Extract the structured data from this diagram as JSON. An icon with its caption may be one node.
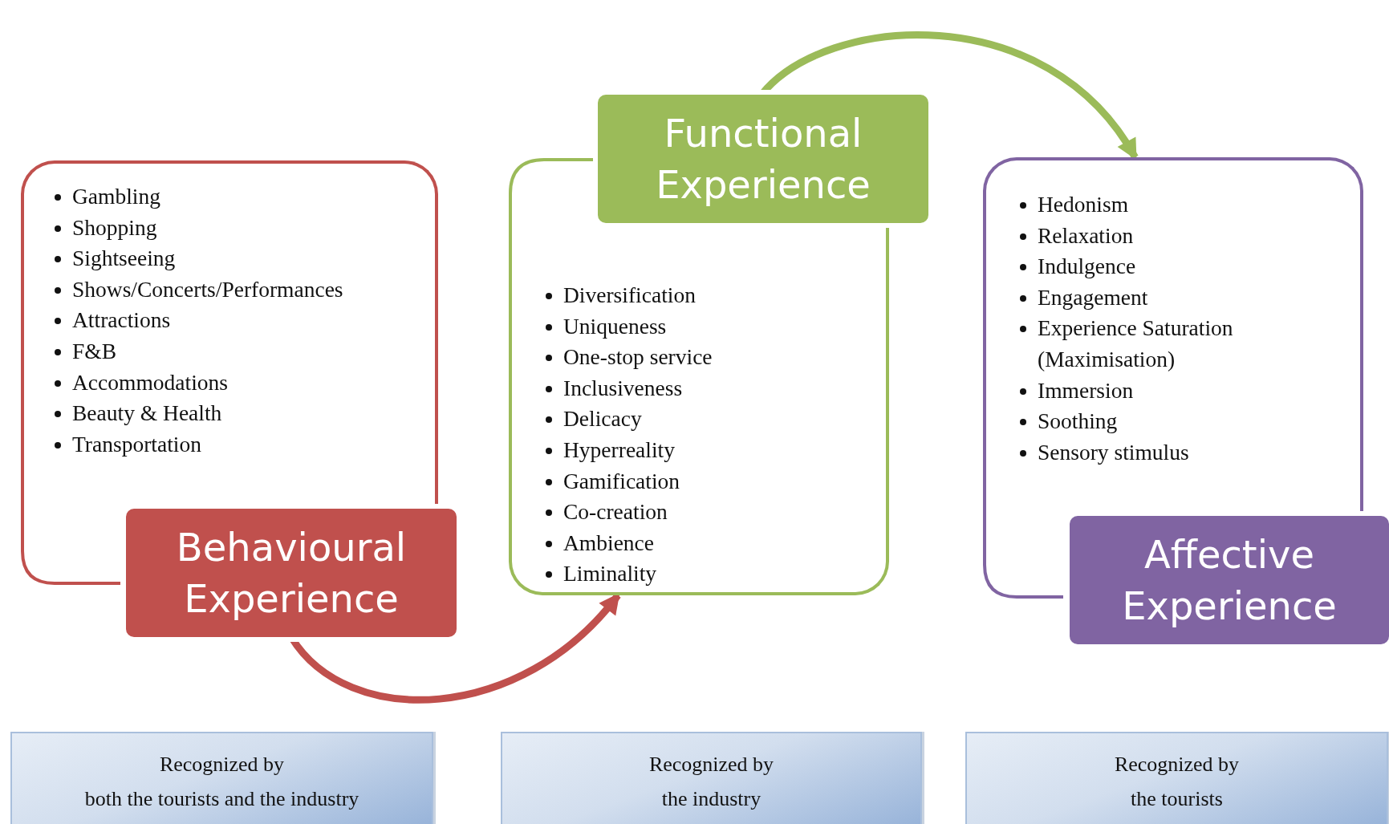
{
  "diagram": {
    "nodes": [
      {
        "text": [
          "Gambling",
          "Shopping",
          "Sightseeing",
          "Shows/Concerts/Performances",
          "Attractions",
          "F&B",
          "Accommodations",
          "Beauty & Health",
          "Transportation"
        ]
      },
      {
        "text": [
          "Behavioural Experience"
        ]
      },
      {
        "text": [
          "Diversification",
          "Uniqueness",
          "One-stop service",
          "Inclusiveness",
          "Delicacy",
          "Hyperreality",
          "Gamification",
          "Co-creation",
          "Ambience",
          "Liminality"
        ]
      },
      {
        "text": [
          "Functional Experience"
        ]
      },
      {
        "text": [
          "Hedonism",
          "Relaxation",
          "Indulgence",
          "Engagement",
          "Experience Saturation (Maximisation)",
          "Immersion",
          "Soothing",
          "Sensory stimulus"
        ]
      },
      {
        "text": [
          "Affective Experience"
        ]
      },
      {
        "text": [
          "Recognized by",
          "both the tourists and the industry"
        ]
      },
      {
        "text": [
          "Recognized by",
          "the industry"
        ]
      },
      {
        "text": [
          "Recognized by",
          "the tourists"
        ]
      }
    ],
    "edges": [
      {
        "from": 1,
        "to": 2,
        "arrow": "to",
        "color": "#c0504d"
      },
      {
        "from": 3,
        "to": 4,
        "arrow": "to",
        "color": "#9bbb59"
      }
    ]
  }
}
